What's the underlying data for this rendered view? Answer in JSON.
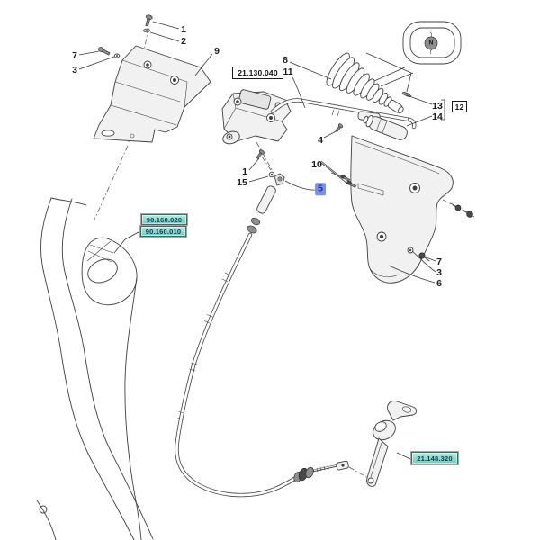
{
  "colors": {
    "line": "#3f3f3f",
    "ref_box_border": "#1a1a1a",
    "green_ref_bg_top": "#b7eadd",
    "green_ref_bg_bottom": "#6fccb8",
    "green_ref_border": "#356f62",
    "green_ref_text": "#0e3a5c",
    "highlight_bg": "#7e90e3",
    "highlight_text": "#1b2c9e"
  },
  "refs": {
    "assembly": "21.130.040",
    "knob_assembly": "12",
    "console_upper": "90.160.020",
    "console_lower": "90.160.010",
    "lever": "21.148.320"
  },
  "knob": {
    "letter": "N"
  },
  "callouts": [
    {
      "label": "1"
    },
    {
      "label": "2"
    },
    {
      "label": "7"
    },
    {
      "label": "3"
    },
    {
      "label": "9"
    },
    {
      "label": "8"
    },
    {
      "label": "11"
    },
    {
      "label": "4"
    },
    {
      "label": "1"
    },
    {
      "label": "15"
    },
    {
      "label": "10"
    },
    {
      "label": "5",
      "selected": true
    },
    {
      "label": "13"
    },
    {
      "label": "14"
    },
    {
      "label": "7"
    },
    {
      "label": "3"
    },
    {
      "label": "6"
    }
  ]
}
